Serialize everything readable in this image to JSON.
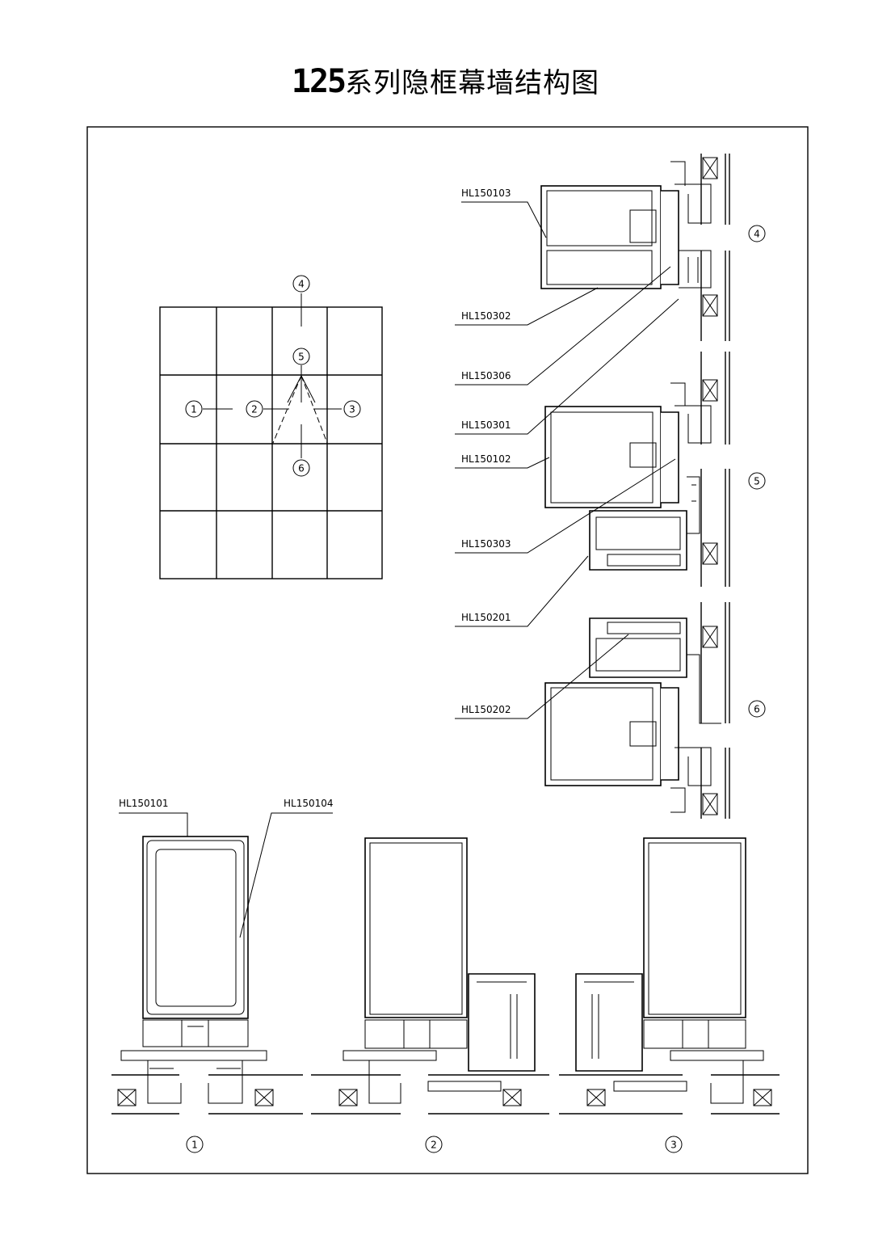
{
  "title": {
    "number": "125",
    "text": "系列隐框幕墙结构图"
  },
  "part_labels": {
    "hl150103": "HL150103",
    "hl150302": "HL150302",
    "hl150306": "HL150306",
    "hl150301": "HL150301",
    "hl150102": "HL150102",
    "hl150303": "HL150303",
    "hl150201": "HL150201",
    "hl150202": "HL150202",
    "hl150101": "HL150101",
    "hl150104": "HL150104"
  },
  "markers": {
    "m1": "1",
    "m2": "2",
    "m3": "3",
    "m4": "4",
    "m5": "5",
    "m6": "6"
  }
}
